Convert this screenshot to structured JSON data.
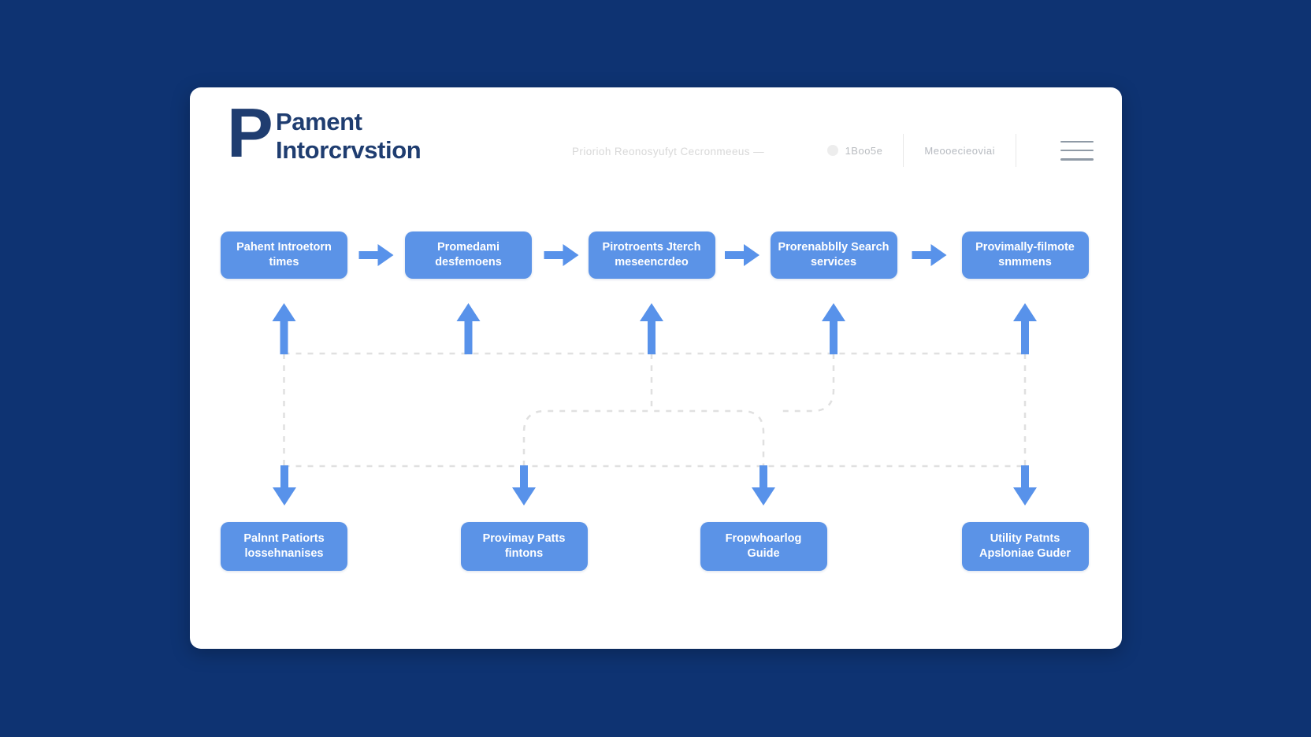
{
  "page": {
    "background_color": "#0e3372",
    "card_color": "#ffffff"
  },
  "header": {
    "logo_mark": "P",
    "brand_name": "Pament\nIntorcrvstion",
    "center_text": "Priorioh Reonosyufyt Cecronmeeus —",
    "account_label": "1Boo5e",
    "nav_label": "Meooecieoviai"
  },
  "colors": {
    "navy_text": "#1f3d70",
    "node_blue": "#5b93e7",
    "arrow_blue": "#5892ea",
    "dashed_gray": "#e0e0e0"
  },
  "flow": {
    "top_row": [
      {
        "label": "Pahent Introetorn\ntimes"
      },
      {
        "label": "Promedami\ndesfemoens"
      },
      {
        "label": "Pirotroents Jterch\nmeseencrdeo"
      },
      {
        "label": "Prorenabblly Search\nservices"
      },
      {
        "label": "Provimally-filmote\nsnmmens"
      }
    ],
    "bottom_row": [
      {
        "label": "Palnnt Patiorts\nlossehnanises"
      },
      {
        "label": "Provimay Patts\nfintons"
      },
      {
        "label": "Fropwhoarlog\nGuide"
      },
      {
        "label": "Utility Patnts\nApsloniae Guder"
      }
    ]
  }
}
